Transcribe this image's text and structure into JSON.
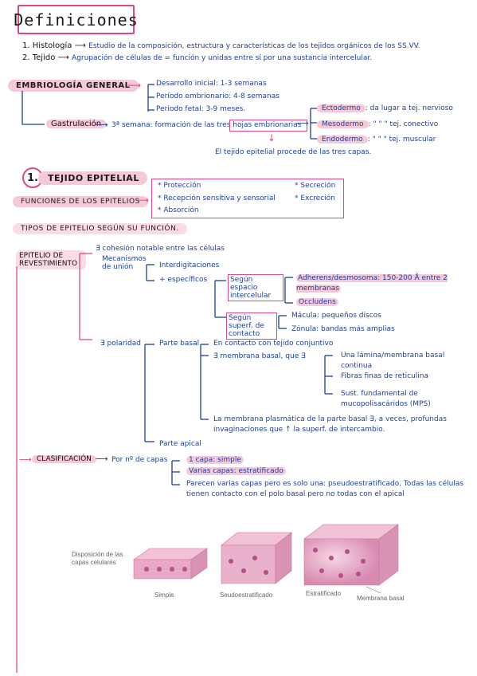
{
  "title": "Definiciones",
  "definitions": [
    {
      "num": "1.",
      "term": "Histología",
      "text": "Estudio de la composición, estructura y características de los tejidos orgánicos de los SS.VV."
    },
    {
      "num": "2.",
      "term": "Tejido",
      "text": "Agrupación de células de = función y unidas entre sí por una sustancia intercelular."
    }
  ],
  "embriologia": {
    "heading": "EMBRIOLOGÍA GENERAL",
    "periods": [
      "Desarrollo inicial: 1-3 semanas",
      "Período embrionario: 4-8 semanas",
      "Periodo fetal: 3-9 meses."
    ],
    "gastrulacion_label": "Gastrulación",
    "gastrulacion_text": "3ª semana: formación de las tres hojas embrionarias",
    "layers": [
      {
        "name": "Ectodermo",
        "text": ": da lugar a tej. nervioso"
      },
      {
        "name": "Mesodermo",
        "text": ": \"   \"   \"  tej. conectivo"
      },
      {
        "name": "Endodermo",
        "text": ": \"   \"   \"  tej. muscular"
      }
    ],
    "note": "El tejido epitelial procede de las tres capas."
  },
  "tejido_epitelial": {
    "num": "1.",
    "heading": "TEJIDO EPITELIAL",
    "funciones_label": "FUNCIONES DE LOS EPITELIOS",
    "funciones": [
      "Protección",
      "Recepción sensitiva y sensorial",
      "Absorción",
      "Secreción",
      "Excreción"
    ],
    "tipos_label": "TIPOS DE EPITELIO SEGÚN SU FUNCIÓN."
  },
  "revestimiento": {
    "label": "EPITELIO DE REVESTIMIENTO",
    "cohesion": "∃ cohesión notable entre las células",
    "mecanismos": "Mecanismos de unión",
    "interdigitaciones": "Interdigitaciones",
    "especificos": "+ específicos",
    "segun_espacio": "Según espacio intercelular",
    "adherens": "Adherens/desmosoma: 150-200 Å entre 2 membranas",
    "occludens": "Occludens",
    "segun_superf": "Según superf. de contacto",
    "macula": "Mácula: pequeños discos",
    "zonula": "Zónula: bandas más amplias",
    "polaridad": "∃ polaridad",
    "parte_basal": "Parte basal",
    "contacto": "En contacto con tejido conjuntivo",
    "membrana_basal": "∃ membrana basal, que ∃",
    "lamina": "Una lámina/membrana basal continua",
    "fibras": "Fibras finas de reticulina",
    "sust": "Sust. fundamental de mucopolisacáridos (MPS)",
    "membrana_plasmatica": "La membrana plasmática de la parte basal ∃, a veces, profundas invaginaciones que ↑ la superf. de intercambio.",
    "parte_apical": "Parte apical"
  },
  "clasificacion": {
    "label": "CLASIFICACIÓN",
    "por_capas": "Por nº de capas",
    "simple": "1 capa: simple",
    "estratificado": "Varias capas: estratificado",
    "pseudo": "Parecen varias capas pero es solo una: pseudoestratificado. Todas las células tienen contacto con el polo basal pero no todas con el apical"
  },
  "figure": {
    "caption": "Disposición de las capas celulares",
    "labels": [
      "Simple",
      "Seudoestratificado",
      "Estratificado",
      "Membrana basal"
    ]
  }
}
